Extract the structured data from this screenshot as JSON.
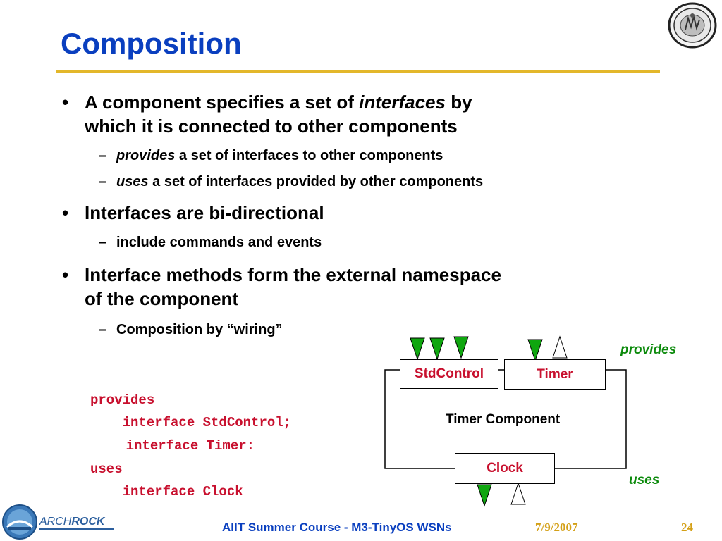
{
  "slide": {
    "title": "Composition",
    "bullets": [
      {
        "pre": "A component specifies a set of ",
        "em": "interfaces",
        "post": " by",
        "line2": "which it is connected to other components",
        "subs": [
          {
            "em": "provides",
            "text": " a set of interfaces to other components"
          },
          {
            "em": "uses",
            "text": " a set of interfaces provided by other components"
          }
        ]
      },
      {
        "text": "Interfaces are bi-directional",
        "subs": [
          {
            "text": "include commands and events"
          }
        ]
      },
      {
        "line1": "Interface methods form the external namespace",
        "line2": "of the component",
        "subs": [
          {
            "text": "Composition by “wiring”"
          }
        ]
      }
    ],
    "bullet_char": "•",
    "dash_char": "–"
  },
  "code": {
    "lines": [
      "provides",
      "    interface StdControl;",
      "    interface Timer:",
      "uses",
      "    interface Clock"
    ]
  },
  "diagram": {
    "stdcontrol_label": "StdControl",
    "timer_label": "Timer",
    "component_label": "Timer Component",
    "clock_label": "Clock",
    "provides_label": "provides",
    "uses_label": "uses",
    "colors": {
      "provided": "#0fa60f",
      "box_text": "#c8102e",
      "green_label": "#0b8a0b"
    }
  },
  "footer": {
    "logo_text_a": "ARCH",
    "logo_text_b": "ROCK",
    "course": "AIIT Summer Course - M3-TinyOS WSNs",
    "date": "7/9/2007",
    "page": "24"
  }
}
